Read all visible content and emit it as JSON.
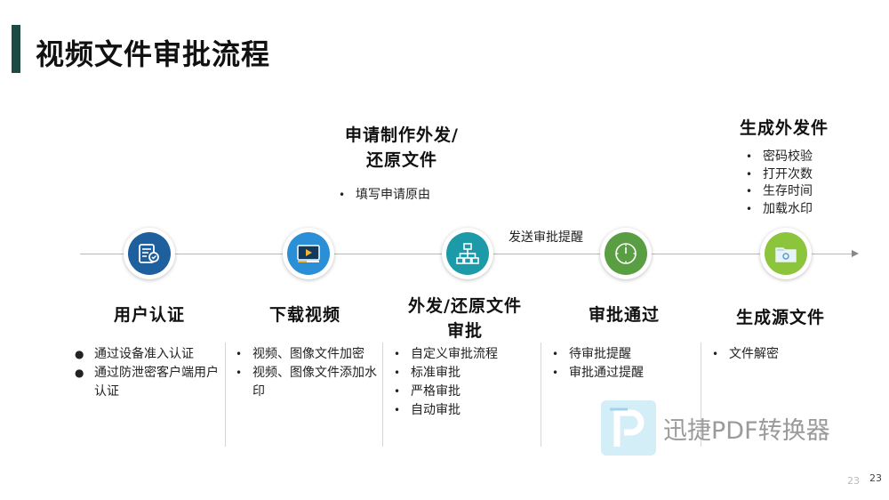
{
  "title": "视频文件审批流程",
  "top_stage": {
    "title_line1": "申请制作外发/",
    "title_line2": "还原文件",
    "items": [
      "填写申请原由"
    ]
  },
  "send_note": "发送审批提醒",
  "top_right": {
    "title": "生成外发件",
    "items": [
      "密码校验",
      "打开次数",
      "生存时间",
      "加载水印"
    ]
  },
  "stages": [
    {
      "title": "用户认证",
      "icon": "certificate-search-icon",
      "color": "#1e5f9e",
      "items": [
        "通过设备准入认证",
        "通过防泄密客户端用户认证"
      ]
    },
    {
      "title": "下载视频",
      "icon": "video-player-icon",
      "color": "#2a8fd6",
      "items": [
        "视频、图像文件加密",
        "视频、图像文件添加水印"
      ]
    },
    {
      "title_line1": "外发/还原文件",
      "title_line2": "审批",
      "icon": "org-chart-icon",
      "color": "#1c9aa8",
      "items": [
        "自定义审批流程",
        "标准审批",
        "严格审批",
        "自动审批"
      ]
    },
    {
      "title": "审批通过",
      "icon": "timer-icon",
      "color": "#5a9e43",
      "items": [
        "待审批提醒",
        "审批通过提醒"
      ]
    },
    {
      "title": "生成源文件",
      "icon": "folder-icon",
      "color": "#8cc43c",
      "items": [
        "文件解密"
      ]
    }
  ],
  "watermark": "迅捷PDF转换器",
  "page_number": "23",
  "colors": {
    "title_bar": "#1d4a45",
    "timeline": "#b8b8b8"
  }
}
